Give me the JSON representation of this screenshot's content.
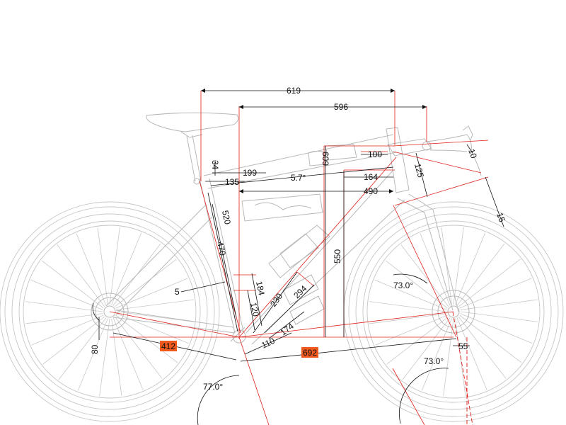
{
  "diagram": {
    "dimensions": {
      "reach": "619",
      "wheelbase_top": "596",
      "head_angle_offset": "34",
      "seat_tube_cc": "199",
      "stack_offset": "135",
      "effective_top_angle": "5.7°",
      "top_tube": "490",
      "stem_length": "100",
      "handlebar_reach": "164",
      "head_tube": "125",
      "stem_rise": "10",
      "fork_offset_top": "15",
      "head_tube_height": "609",
      "seat_tube_ct": "520",
      "seat_tube_c": "470",
      "stack": "550",
      "bb_offset": "5",
      "bottle_cage_a": "184",
      "bottle_cage_b": "120",
      "bottle_cage_c": "230",
      "bottle_cage_d": "294",
      "bottle_cage_e": "174",
      "bottle_cage_f": "110",
      "bb_drop": "80",
      "chainstay": "412",
      "front_center": "692",
      "fork_offset": "55",
      "head_angle": "73.0°",
      "head_angle_lower": "73.0°",
      "seat_angle": "77.0°"
    },
    "colors": {
      "accent_red": "#e0201a",
      "badge_orange": "#f05a1e",
      "outline_gray": "#b8b8b8"
    }
  }
}
